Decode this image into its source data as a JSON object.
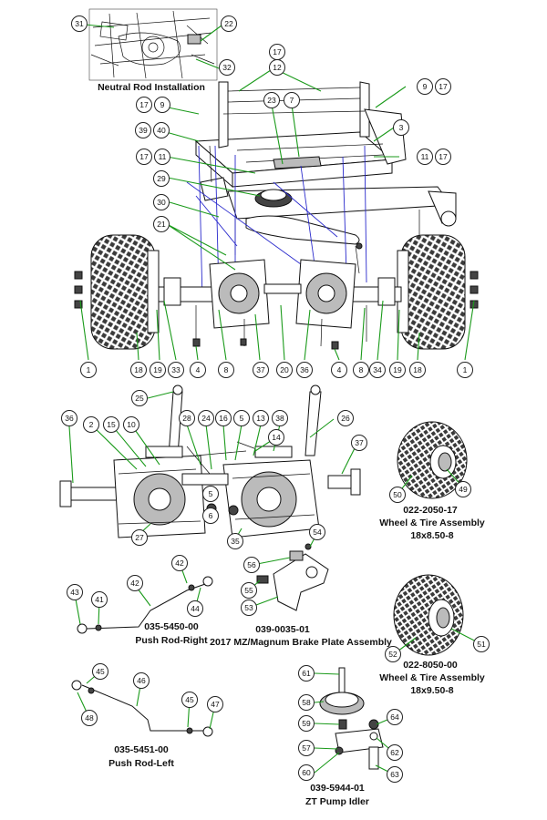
{
  "labels": {
    "neutral_rod": "Neutral Rod Installation",
    "wheel_17_pn": "022-2050-17",
    "wheel_17_name": "Wheel & Tire Assembly",
    "wheel_17_size": "18x8.50-8",
    "push_right_pn": "035-5450-00",
    "push_right_name": "Push Rod-Right",
    "brake_pn": "039-0035-01",
    "brake_name": "2017 MZ/Magnum Brake Plate Assembly",
    "wheel_00_pn": "022-8050-00",
    "wheel_00_name": "Wheel & Tire Assembly",
    "wheel_00_size": "18x9.50-8",
    "push_left_pn": "035-5451-00",
    "push_left_name": "Push Rod-Left",
    "idler_pn": "039-5944-01",
    "idler_name": "ZT Pump Idler"
  },
  "callouts": [
    {
      "id": "c31",
      "n": "31"
    },
    {
      "id": "c22",
      "n": "22"
    },
    {
      "id": "c32",
      "n": "32"
    },
    {
      "id": "c17a",
      "n": "17"
    },
    {
      "id": "c12",
      "n": "12"
    },
    {
      "id": "c9a",
      "n": "9"
    },
    {
      "id": "c17b",
      "n": "17"
    },
    {
      "id": "c17c",
      "n": "17"
    },
    {
      "id": "c9b",
      "n": "9"
    },
    {
      "id": "c23",
      "n": "23"
    },
    {
      "id": "c7",
      "n": "7"
    },
    {
      "id": "c3",
      "n": "3"
    },
    {
      "id": "c39",
      "n": "39"
    },
    {
      "id": "c40",
      "n": "40"
    },
    {
      "id": "c17d",
      "n": "17"
    },
    {
      "id": "c11a",
      "n": "11"
    },
    {
      "id": "c11b",
      "n": "11"
    },
    {
      "id": "c17e",
      "n": "17"
    },
    {
      "id": "c29",
      "n": "29"
    },
    {
      "id": "c30",
      "n": "30"
    },
    {
      "id": "c21",
      "n": "21"
    },
    {
      "id": "c1a",
      "n": "1"
    },
    {
      "id": "c18a",
      "n": "18"
    },
    {
      "id": "c19a",
      "n": "19"
    },
    {
      "id": "c33",
      "n": "33"
    },
    {
      "id": "c4a",
      "n": "4"
    },
    {
      "id": "c8a",
      "n": "8"
    },
    {
      "id": "c37a",
      "n": "37"
    },
    {
      "id": "c20",
      "n": "20"
    },
    {
      "id": "c36a",
      "n": "36"
    },
    {
      "id": "c4b",
      "n": "4"
    },
    {
      "id": "c8b",
      "n": "8"
    },
    {
      "id": "c34",
      "n": "34"
    },
    {
      "id": "c19b",
      "n": "19"
    },
    {
      "id": "c18b",
      "n": "18"
    },
    {
      "id": "c1b",
      "n": "1"
    },
    {
      "id": "c25",
      "n": "25"
    },
    {
      "id": "c36b",
      "n": "36"
    },
    {
      "id": "c2",
      "n": "2"
    },
    {
      "id": "c15",
      "n": "15"
    },
    {
      "id": "c10",
      "n": "10"
    },
    {
      "id": "c28",
      "n": "28"
    },
    {
      "id": "c24",
      "n": "24"
    },
    {
      "id": "c16",
      "n": "16"
    },
    {
      "id": "c5a",
      "n": "5"
    },
    {
      "id": "c13",
      "n": "13"
    },
    {
      "id": "c38",
      "n": "38"
    },
    {
      "id": "c26",
      "n": "26"
    },
    {
      "id": "c14",
      "n": "14"
    },
    {
      "id": "c37b",
      "n": "37"
    },
    {
      "id": "c5b",
      "n": "5"
    },
    {
      "id": "c6",
      "n": "6"
    },
    {
      "id": "c27",
      "n": "27"
    },
    {
      "id": "c35",
      "n": "35"
    },
    {
      "id": "c50",
      "n": "50"
    },
    {
      "id": "c49",
      "n": "49"
    },
    {
      "id": "c54",
      "n": "54"
    },
    {
      "id": "c56",
      "n": "56"
    },
    {
      "id": "c55",
      "n": "55"
    },
    {
      "id": "c53",
      "n": "53"
    },
    {
      "id": "c42a",
      "n": "42"
    },
    {
      "id": "c42b",
      "n": "42"
    },
    {
      "id": "c43",
      "n": "43"
    },
    {
      "id": "c41",
      "n": "41"
    },
    {
      "id": "c44",
      "n": "44"
    },
    {
      "id": "c52",
      "n": "52"
    },
    {
      "id": "c51",
      "n": "51"
    },
    {
      "id": "c45a",
      "n": "45"
    },
    {
      "id": "c46",
      "n": "46"
    },
    {
      "id": "c48",
      "n": "48"
    },
    {
      "id": "c45b",
      "n": "45"
    },
    {
      "id": "c47",
      "n": "47"
    },
    {
      "id": "c61",
      "n": "61"
    },
    {
      "id": "c58",
      "n": "58"
    },
    {
      "id": "c64",
      "n": "64"
    },
    {
      "id": "c59",
      "n": "59"
    },
    {
      "id": "c57",
      "n": "57"
    },
    {
      "id": "c62",
      "n": "62"
    },
    {
      "id": "c60",
      "n": "60"
    },
    {
      "id": "c63",
      "n": "63"
    }
  ]
}
